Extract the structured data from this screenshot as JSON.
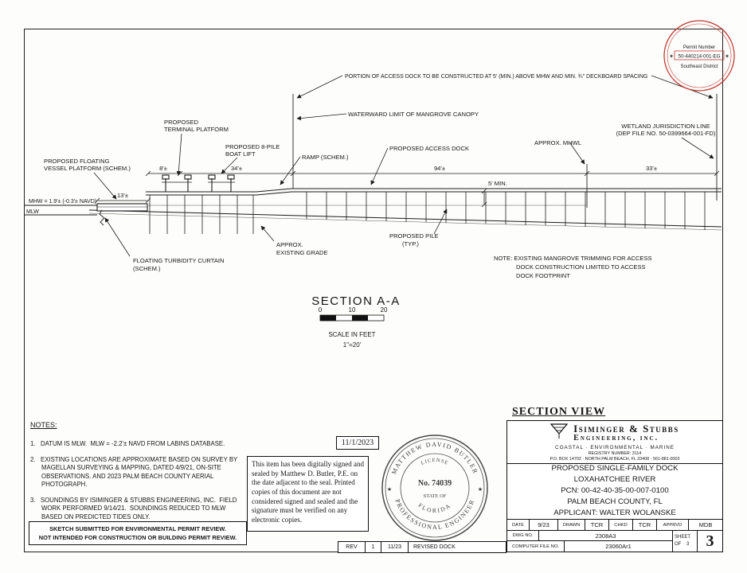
{
  "stamp": {
    "star": "✶",
    "line1": "Permit Number",
    "number": "50-440214-001-EG",
    "line3": "Southeast District"
  },
  "drawing": {
    "top_note": "PORTION OF ACCESS DOCK TO BE CONSTRUCTED AT 5' (MIN.) ABOVE MHW AND MIN. ¾\" DECKBOARD SPACING",
    "mangrove_limit": "WATERWARD LIMIT OF MANGROVE CANOPY",
    "terminal_1": "PROPOSED",
    "terminal_2": "TERMINAL PLATFORM",
    "boatlift_1": "PROPOSED 8-PILE",
    "boatlift_2": "BOAT LIFT",
    "ramp": "RAMP (SCHEM.)",
    "access_dock": "PROPOSED ACCESS DOCK",
    "mhwl": "APPROX. MHWL",
    "wetland_1": "WETLAND JURISDICTION LINE",
    "wetland_2": "(DEP FILE NO. 50-0399664-001-FD)",
    "floating_1": "PROPOSED FLOATING",
    "floating_2": "VESSEL PLATFORM (SCHEM.)",
    "mhw": "MHW = 1.9'± (-0.3'± NAVD)",
    "mlw": "MLW",
    "dim_8": "8'±",
    "dim_13": "13'±",
    "dim_34": "34'±",
    "dim_94": "94'±",
    "dim_33": "33'±",
    "dim_5min": "5' MIN.",
    "turbidity_1": "FLOATING TURBIDITY CURTAIN",
    "turbidity_2": "(SCHEM.)",
    "grade_1": "APPROX.",
    "grade_2": "EXISTING GRADE",
    "pile_1": "PROPOSED PILE",
    "pile_2": "(TYP.)",
    "mangrove_note_1": "NOTE:  EXISTING MANGROVE TRIMMING FOR ACCESS",
    "mangrove_note_2": "DOCK CONSTRUCTION LIMITED TO ACCESS",
    "mangrove_note_3": "DOCK FOOTPRINT",
    "section_title": "SECTION A-A",
    "scale_0": "0",
    "scale_10": "10",
    "scale_20": "20",
    "scale_label": "SCALE IN FEET",
    "scale_ratio": "1\"=20'"
  },
  "notes": {
    "heading": "NOTES:",
    "n1": "1.   DATUM IS MLW.  MLW = -2.2'± NAVD FROM LABINS DATABASE.",
    "n2": "2.   EXISTING LOCATIONS ARE APPROXIMATE BASED ON SURVEY BY MAGELLAN SURVEYING & MAPPING, DATED 4/9/21, ON-SITE OBSERVATIONS. AND 2023 PALM BEACH COUNTY AERIAL PHOTOGRAPH.",
    "n3": "3.   SOUNDINGS BY ISIMINGER & STUBBS ENGINEERING, INC.  FIELD WORK PERFORMED 9/14/21.  SOUNDINGS REDUCED TO MLW BASED ON PREDICTED TIDES ONLY.",
    "disclaimer_1": "SKETCH SUBMITTED FOR ENVIRONMENTAL PERMIT REVIEW.",
    "disclaimer_2": "NOT INTENDED FOR CONSTRUCTION OR BUILDING PERMIT REVIEW."
  },
  "signature": {
    "date": "11/1/2023",
    "statement": "This item has been digitally signed and sealed by Matthew D. Butler, P.E. on the date adjacent to the seal. Printed copies of this document are not considered signed and sealed and the signature must be verified on any electronic copies."
  },
  "seal": {
    "name": "MATTHEW DAVID BUTLER",
    "license": "LICENSE",
    "number": "No. 74039",
    "state_of": "STATE OF",
    "state": "FLORIDA",
    "profession": "PROFESSIONAL ENGINEER",
    "star": "★"
  },
  "title_block": {
    "view_title": "SECTION VIEW",
    "company_1": "Isiminger & Stubbs",
    "company_2": "Engineering, inc.",
    "tagline": "COASTAL · ENVIRONMENTAL · MARINE",
    "registry": "REGISTRY NUMBER: 3114",
    "address": "P.O. BOX 14702 · NORTH PALM BEACH, FL  33408 · 561-881-0003",
    "project_1": "PROPOSED SINGLE-FAMILY DOCK",
    "project_2": "LOXAHATCHEE RIVER",
    "project_3": "PCN: 00-42-40-35-00-007-0100",
    "project_4": "PALM BEACH COUNTY, FL",
    "project_5": "APPLICANT: WALTER WOLANSKE",
    "date_label": "DATE",
    "date_value": "9/23",
    "drawn_label": "DRAWN",
    "drawn_value": "TCR",
    "chkd_label": "CHKD",
    "chkd_value": "TCR",
    "apprvd_label": "APPRVD",
    "apprvd_value": "MDB",
    "dwg_label": "DWG NO.",
    "dwg_value": "2308A3",
    "file_label": "COMPUTER FILE NO.",
    "file_value": "23060Ar1",
    "sheet_label": "SHEET",
    "sheet_of": "OF    3",
    "sheet_big": "3"
  },
  "rev": {
    "label": "REV",
    "num": "1",
    "date": "11/23",
    "desc": "REVISED DOCK"
  }
}
